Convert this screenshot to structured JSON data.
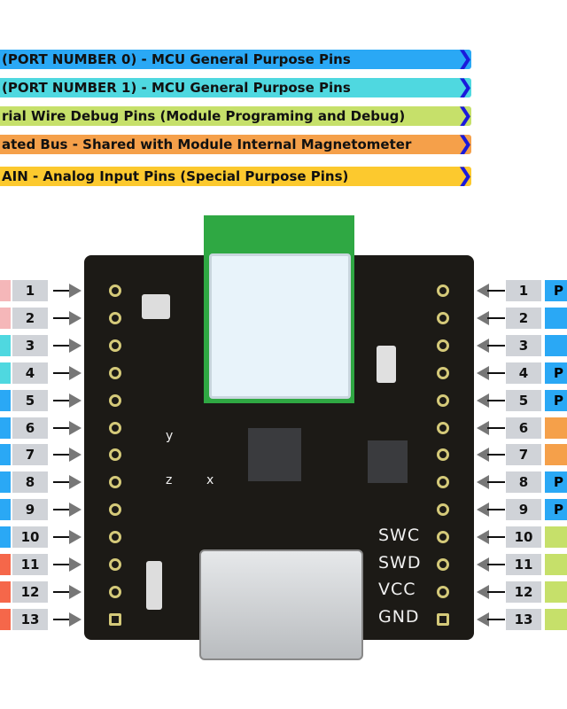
{
  "legend": [
    {
      "text": "(PORT NUMBER 0) - MCU General Purpose Pins",
      "color": "#2aa8f5"
    },
    {
      "text": "(PORT NUMBER 1) - MCU General Purpose Pins",
      "color": "#4fd8e0"
    },
    {
      "text": "rial Wire Debug Pins (Module Programing and Debug)",
      "color": "#c6e06a"
    },
    {
      "text": "ated Bus - Shared with Module Internal Magnetometer",
      "color": "#f5a04a"
    },
    {
      "text": "AIN - Analog Input Pins (Special Purpose Pins)",
      "color": "#fcc92e"
    }
  ],
  "left_pins": [
    {
      "num": "1",
      "color": "#f5b7b9"
    },
    {
      "num": "2",
      "color": "#f5b7b9"
    },
    {
      "num": "3",
      "color": "#4fd8e0"
    },
    {
      "num": "4",
      "color": "#4fd8e0"
    },
    {
      "num": "5",
      "color": "#2aa8f5"
    },
    {
      "num": "6",
      "color": "#2aa8f5"
    },
    {
      "num": "7",
      "color": "#2aa8f5"
    },
    {
      "num": "8",
      "color": "#2aa8f5"
    },
    {
      "num": "9",
      "color": "#2aa8f5"
    },
    {
      "num": "10",
      "color": "#2aa8f5"
    },
    {
      "num": "11",
      "color": "#f5674a"
    },
    {
      "num": "12",
      "color": "#f5674a"
    },
    {
      "num": "13",
      "color": "#f5674a"
    }
  ],
  "right_pins": [
    {
      "num": "1",
      "color": "#2aa8f5",
      "label": "P"
    },
    {
      "num": "2",
      "color": "#2aa8f5",
      "label": ""
    },
    {
      "num": "3",
      "color": "#2aa8f5",
      "label": ""
    },
    {
      "num": "4",
      "color": "#2aa8f5",
      "label": "P"
    },
    {
      "num": "5",
      "color": "#2aa8f5",
      "label": "P"
    },
    {
      "num": "6",
      "color": "#f5a04a",
      "label": ""
    },
    {
      "num": "7",
      "color": "#f5a04a",
      "label": ""
    },
    {
      "num": "8",
      "color": "#2aa8f5",
      "label": "P"
    },
    {
      "num": "9",
      "color": "#2aa8f5",
      "label": "P"
    },
    {
      "num": "10",
      "color": "#c6e06a",
      "label": ""
    },
    {
      "num": "11",
      "color": "#c6e06a",
      "label": ""
    },
    {
      "num": "12",
      "color": "#c6e06a",
      "label": ""
    },
    {
      "num": "13",
      "color": "#c6e06a",
      "label": ""
    }
  ],
  "silkscreen": {
    "swc": "SWC",
    "swd": "SWD",
    "vcc": "VCC",
    "gnd": "GND",
    "axis_x": "x",
    "axis_y": "y",
    "axis_z": "z"
  }
}
